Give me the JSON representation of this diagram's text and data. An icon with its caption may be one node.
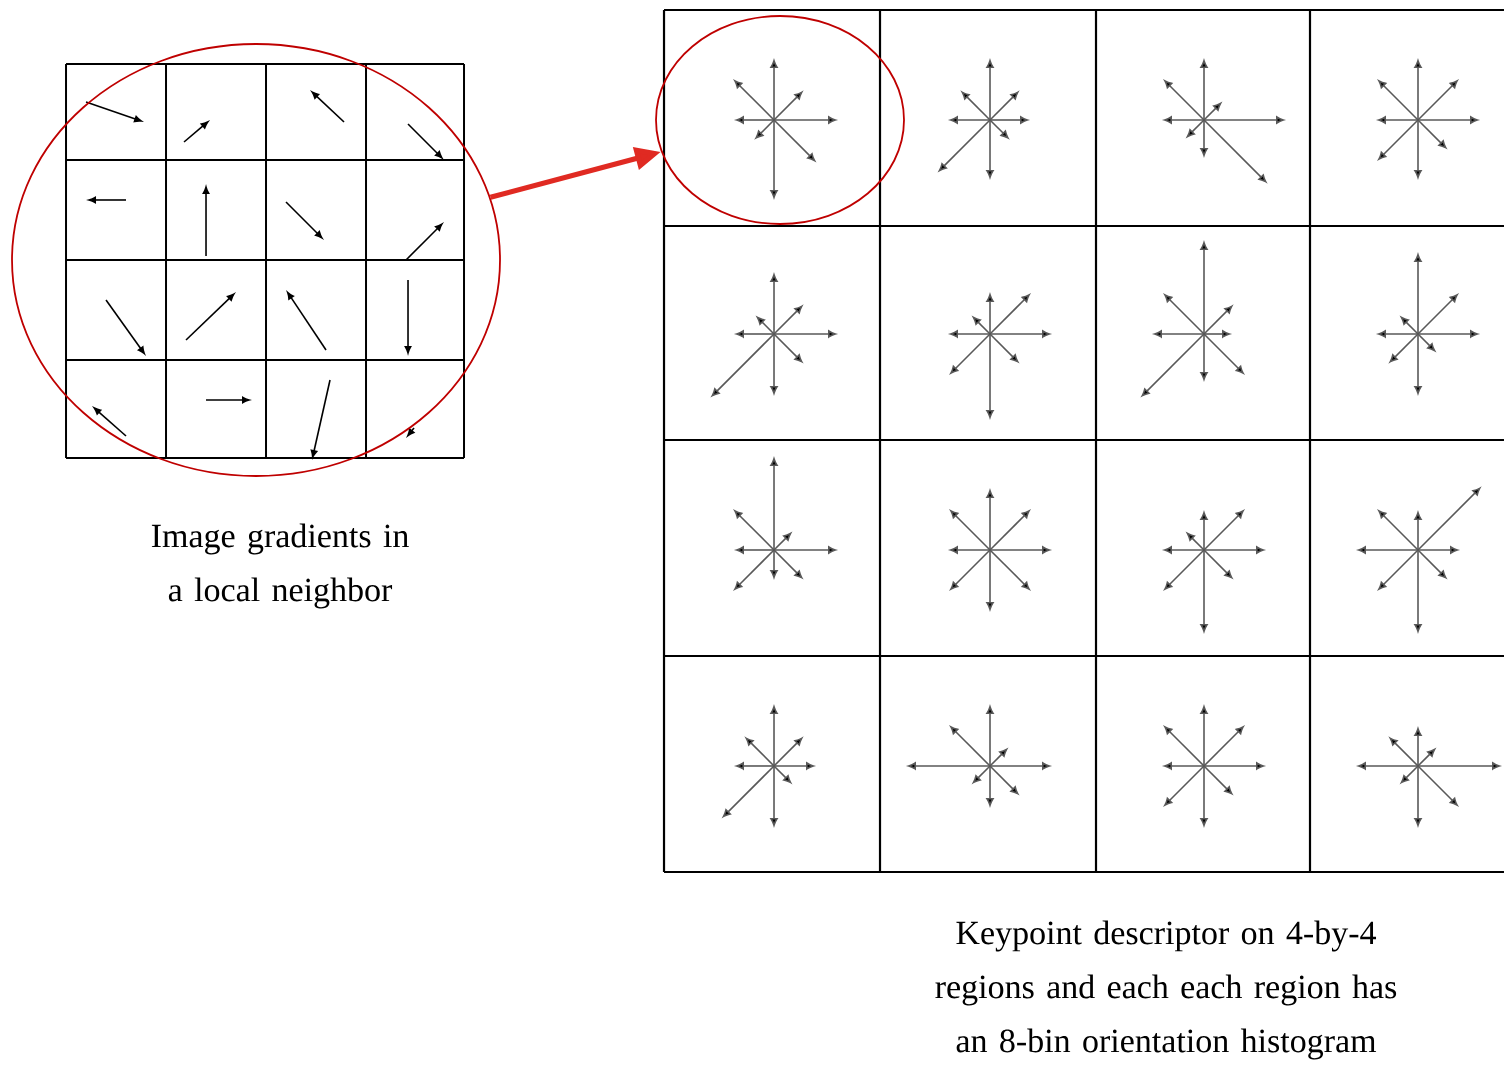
{
  "diagram": {
    "nodes": [
      {
        "text": [],
        "shape": "circle"
      },
      {
        "text": [],
        "shape": "circle"
      }
    ],
    "edges": [
      {
        "from": 0,
        "to": 1,
        "arrow": "to",
        "color": "#e02a22"
      }
    ],
    "labels": [
      "Image gradients in a local neighbor",
      "Keypoint descriptor on 4-by-4 regions and each each region has an 8-bin orientation histogram"
    ]
  }
}
